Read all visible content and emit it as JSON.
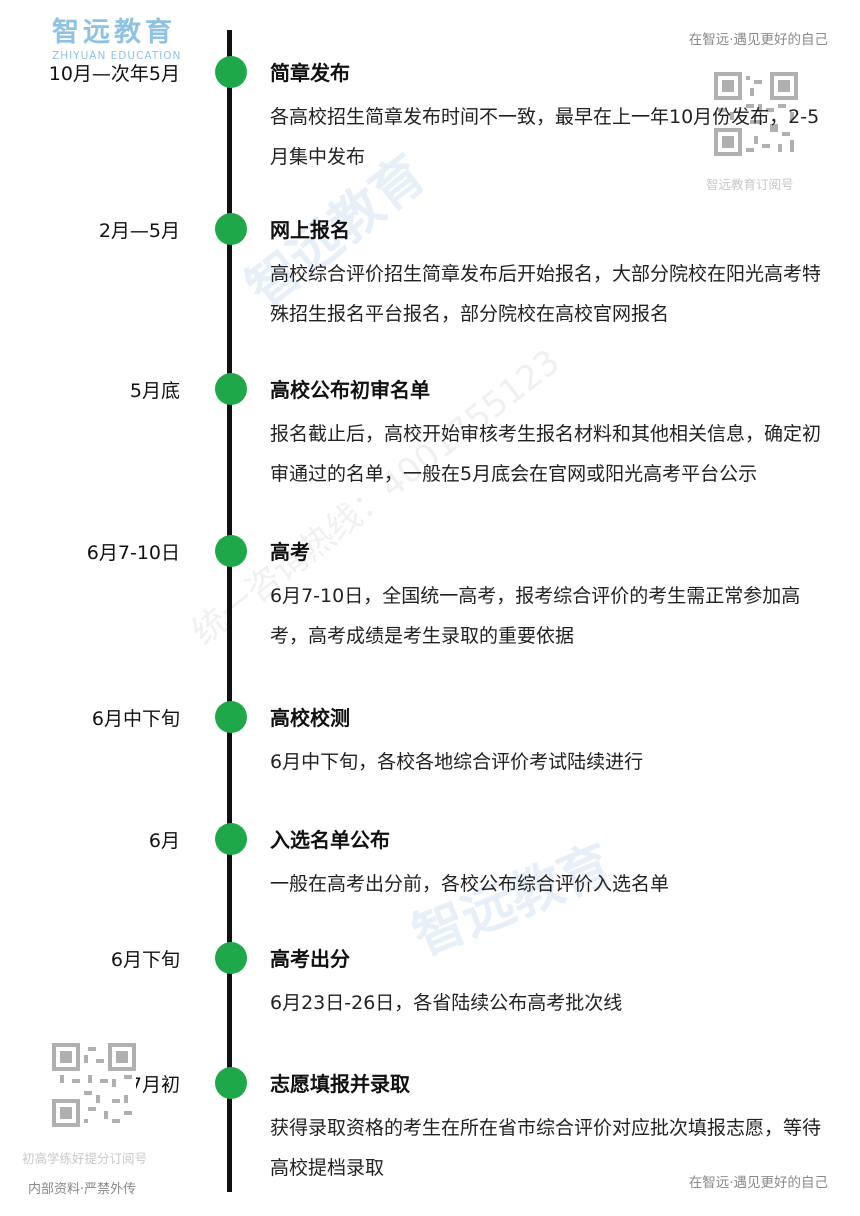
{
  "brand": {
    "name": "智远教育",
    "name_en": "ZHIYUAN EDUCATION",
    "tagline_top": "在智远·遇见更好的自己",
    "tagline_bottom": "在智远·遇见更好的自己",
    "qr_top_caption": "智远教育订阅号",
    "qr_bottom_caption": "初高学练好提分订阅号",
    "internal_note": "内部资料·严禁外传",
    "watermark_phone": "统一咨询热线：4001755123",
    "accent_color": "#1fa84a",
    "logo_color": "#8fc3e6"
  },
  "timeline": [
    {
      "date": "10月—次年5月",
      "title": "简章发布",
      "desc": "各高校招生简章发布时间不一致，最早在上一年10月份发布，2-5月集中发布"
    },
    {
      "date": "2月—5月",
      "title": "网上报名",
      "desc": "高校综合评价招生简章发布后开始报名，大部分院校在阳光高考特殊招生报名平台报名，部分院校在高校官网报名"
    },
    {
      "date": "5月底",
      "title": "高校公布初审名单",
      "desc": "报名截止后，高校开始审核考生报名材料和其他相关信息，确定初审通过的名单，一般在5月底会在官网或阳光高考平台公示"
    },
    {
      "date": "6月7-10日",
      "title": "高考",
      "desc": "6月7-10日，全国统一高考，报考综合评价的考生需正常参加高考，高考成绩是考生录取的重要依据"
    },
    {
      "date": "6月中下旬",
      "title": "高校校测",
      "desc": "6月中下旬，各校各地综合评价考试陆续进行"
    },
    {
      "date": "6月",
      "title": "入选名单公布",
      "desc": "一般在高考出分前，各校公布综合评价入选名单"
    },
    {
      "date": "6月下旬",
      "title": "高考出分",
      "desc": "6月23日-26日，各省陆续公布高考批次线"
    },
    {
      "date": "6月底-7月初",
      "title": "志愿填报并录取",
      "desc": "获得录取资格的考生在所在省市综合评价对应批次填报志愿，等待高校提档录取"
    }
  ]
}
